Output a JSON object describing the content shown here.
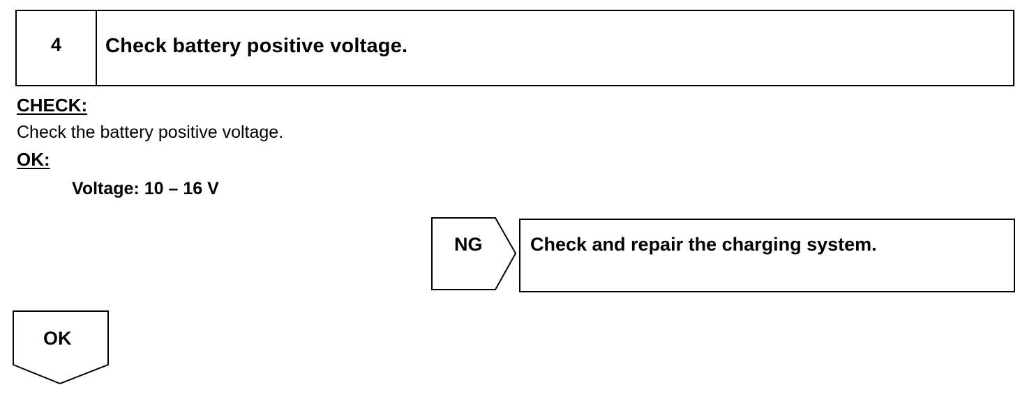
{
  "step": {
    "number": "4",
    "title": "Check battery positive voltage."
  },
  "check": {
    "heading": "CHECK:",
    "instruction": "Check the battery positive voltage."
  },
  "ok_spec": {
    "heading": "OK:",
    "voltage": "Voltage: 10 – 16 V"
  },
  "ng_branch": {
    "label": "NG",
    "action": "Check and repair the charging system."
  },
  "ok_branch": {
    "label": "OK"
  }
}
